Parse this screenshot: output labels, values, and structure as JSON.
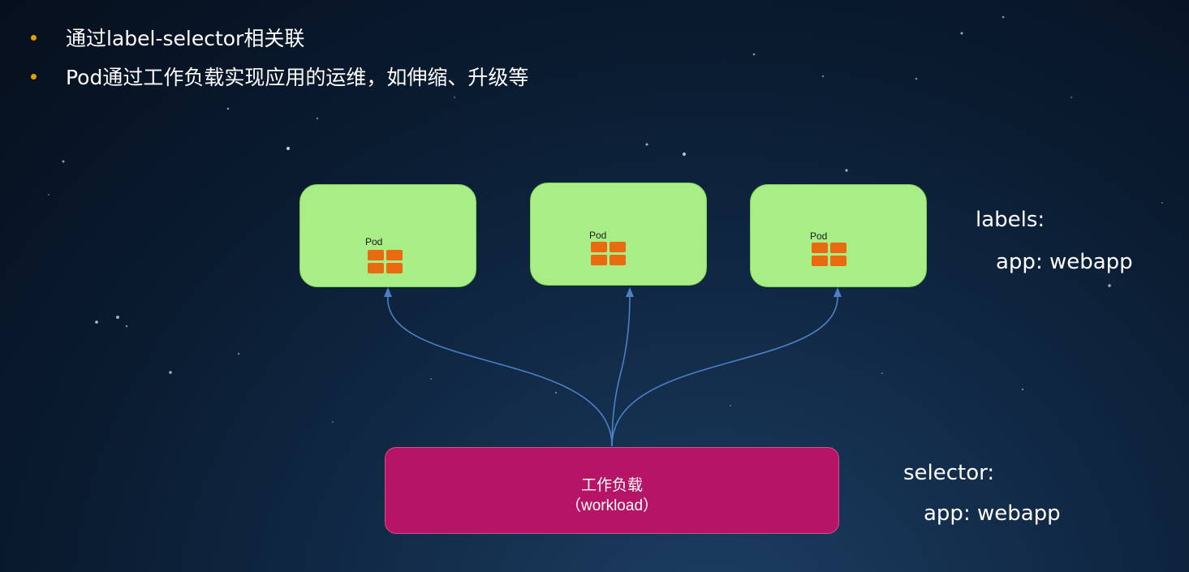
{
  "bullets": [
    "通过label-selector相关联",
    "Pod通过工作负载实现应用的运维，如伸缩、升级等"
  ],
  "pods": [
    {
      "label": "Pod"
    },
    {
      "label": "Pod"
    },
    {
      "label": "Pod"
    }
  ],
  "workload": {
    "title": "工作负载",
    "subtitle": "（workload）"
  },
  "labels_block": {
    "key": "labels:",
    "value": "app: webapp"
  },
  "selector_block": {
    "key": "selector:",
    "value": "app: webapp"
  },
  "colors": {
    "pod_fill": "#a8ed86",
    "pod_icon": "#ea6a10",
    "workload_fill": "#b61466",
    "connector": "#4d7fc4",
    "bullet": "#e0a100"
  },
  "icons": {
    "pod": "pod-grid-icon",
    "connector_head": "arrow-up-icon"
  }
}
